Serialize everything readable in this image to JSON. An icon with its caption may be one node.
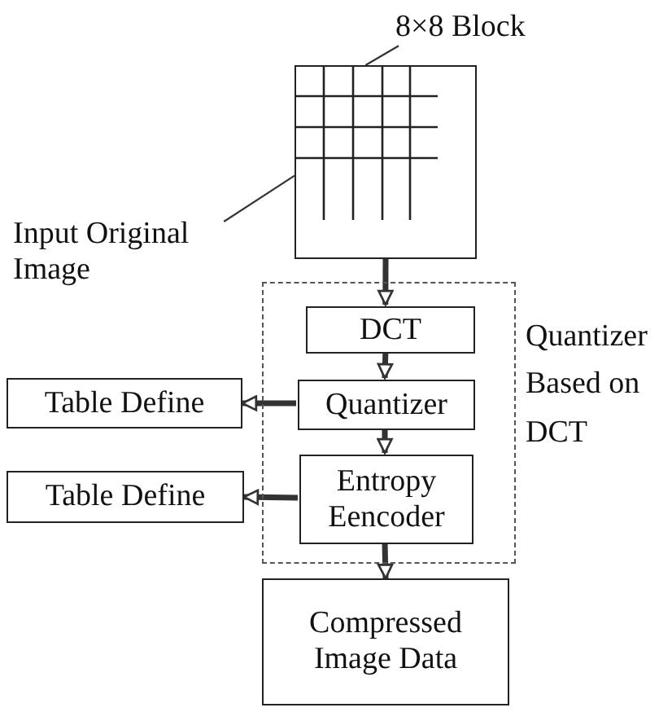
{
  "diagram": {
    "nodes": [
      {
        "text": [
          "8×8 Block"
        ]
      },
      {
        "text": [],
        "shape": "picture"
      },
      {
        "text": [
          "Input Original Image"
        ]
      },
      {
        "text": [
          "Quantizer Based on DCT"
        ]
      },
      {
        "text": [
          "DCT"
        ],
        "in": 3
      },
      {
        "text": [
          "Table Define"
        ]
      },
      {
        "text": [
          "Quantizer"
        ],
        "in": 3
      },
      {
        "text": [
          "Table Define"
        ]
      },
      {
        "text": [
          "Entropy Eencoder"
        ],
        "in": 3
      },
      {
        "text": [
          "Compressed Image Data"
        ]
      }
    ],
    "edges": [
      {
        "from": 0,
        "to": 1,
        "arrow": "none"
      },
      {
        "from": 2,
        "to": 1,
        "arrow": "none"
      },
      {
        "from": 1,
        "to": 4,
        "arrow": "to"
      },
      {
        "from": 4,
        "to": 6,
        "arrow": "to"
      },
      {
        "from": 6,
        "to": 5,
        "arrow": "to"
      },
      {
        "from": 6,
        "to": 8,
        "arrow": "to"
      },
      {
        "from": 8,
        "to": 7,
        "arrow": "to"
      },
      {
        "from": 8,
        "to": 9,
        "arrow": "to"
      }
    ]
  }
}
